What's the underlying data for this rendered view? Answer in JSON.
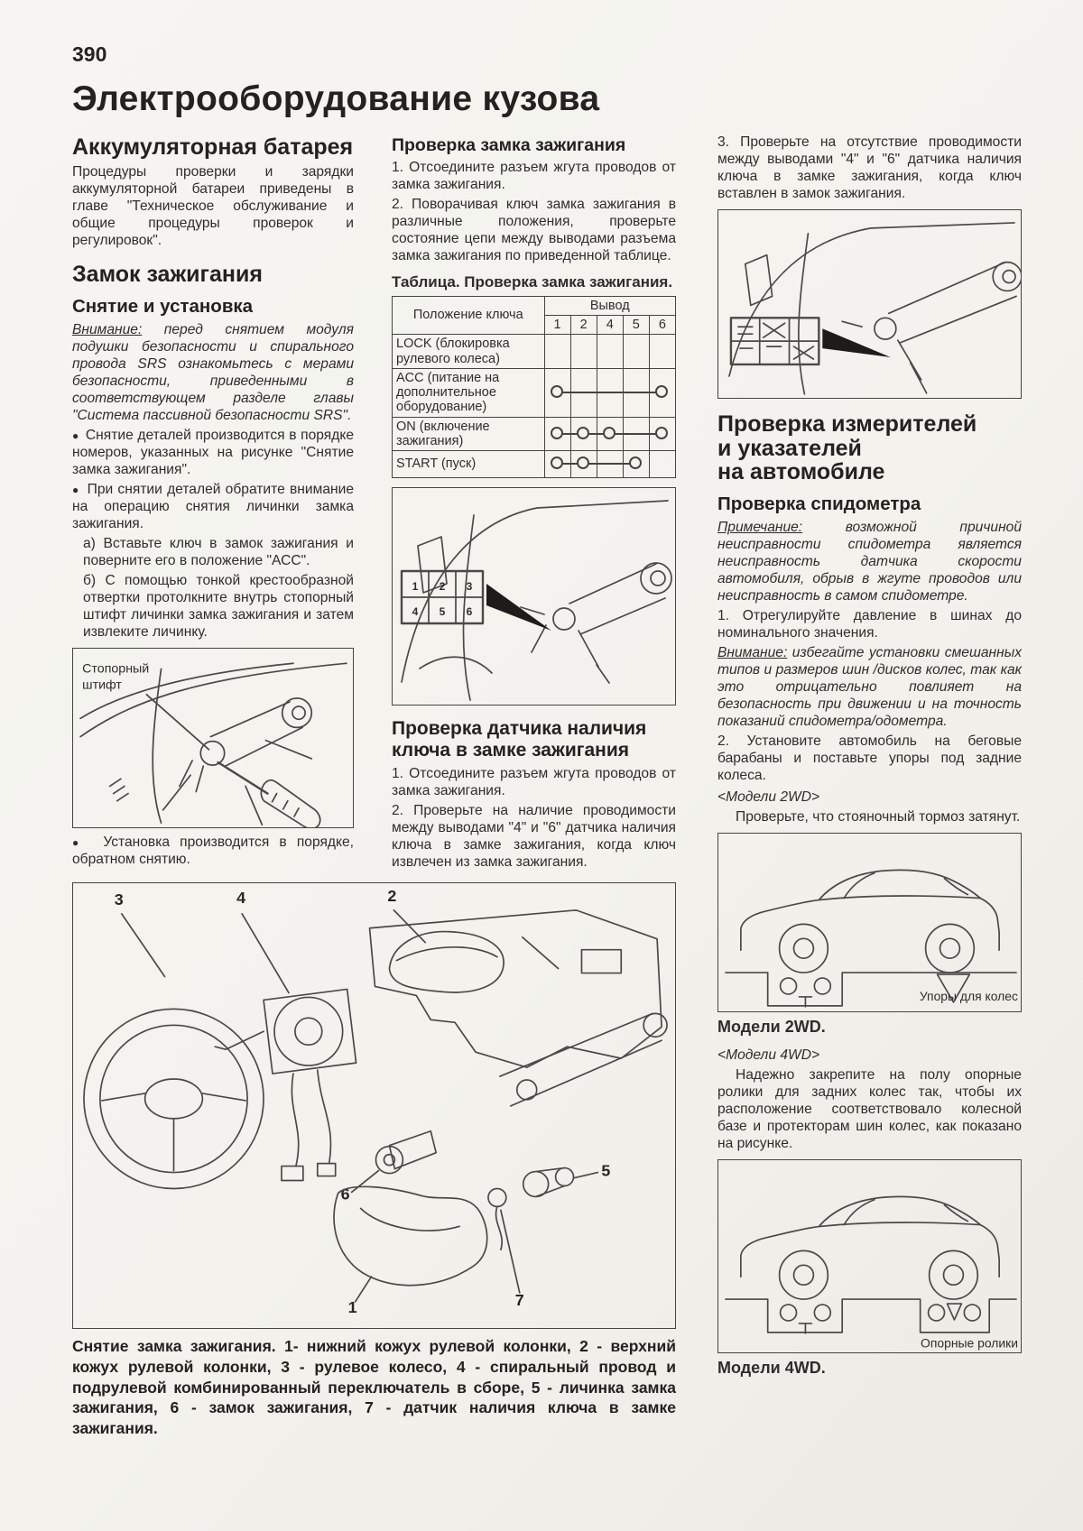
{
  "page": {
    "number": "390",
    "title": "Электрооборудование кузова"
  },
  "left": {
    "battery_heading": "Аккумуляторная батарея",
    "battery_body": "Процедуры проверки и зарядки аккумуляторной батареи приведены в главе \"Техническое обслуживание и общие процедуры проверок и регулировок\".",
    "ignition_heading": "Замок зажигания",
    "removal_heading": "Снятие и установка",
    "warning_label": "Внимание:",
    "warning_text": " перед снятием модуля подушки безопасности и спирального провода SRS ознакомьтесь с мерами безопасности, приведенными в соответствующем разделе главы \"Система пассивной безопасности SRS\".",
    "bullet1": "Снятие деталей производится в порядке номеров, указанных на рисунке \"Снятие замка зажигания\".",
    "bullet2": "При снятии деталей обратите внимание на операцию снятия личинки замка зажигания.",
    "step_a": "а) Вставьте ключ в замок зажигания и поверните его в положение \"АСС\".",
    "step_b": "б) С помощью тонкой крестообразной отвертки протолкните внутрь стопорный штифт личинки замка зажигания и затем извлеките личинку.",
    "fig_label_l1": "Стопорный",
    "fig_label_l2": "штифт",
    "bullet3": "Установка производится в порядке, обратном снятию."
  },
  "middle": {
    "check_heading": "Проверка замка зажигания",
    "check_step1": "1. Отсоедините разъем жгута проводов от замка зажигания.",
    "check_step2": "2. Поворачивая ключ замка зажигания в различные положения, проверьте состояние цепи между выводами разъема замка зажигания по приведенной таблице.",
    "table_caption": "Таблица. Проверка замка зажигания.",
    "table": {
      "row_header": "Положение ключа",
      "col_group_header": "Вывод",
      "terminals": [
        "1",
        "2",
        "4",
        "5",
        "6"
      ],
      "rows": [
        {
          "label": "LOCK (блокировка рулевого колеса)",
          "connected": []
        },
        {
          "label": "ACC (питание на дополнительное оборудование)",
          "connected": [
            "1",
            "6"
          ]
        },
        {
          "label": "ON (включение зажигания)",
          "connected": [
            "1",
            "2",
            "4",
            "6"
          ]
        },
        {
          "label": "START (пуск)",
          "connected": [
            "1",
            "2",
            "5"
          ]
        }
      ]
    },
    "fig_pins": [
      "1",
      "2",
      "3",
      "4",
      "5",
      "6"
    ],
    "sensor_heading": "Проверка датчика наличия ключа в замке зажигания",
    "sensor_step1": "1. Отсоедините разъем жгута проводов от замка зажигания.",
    "sensor_step2": "2. Проверьте на наличие проводимости между выводами \"4\" и \"6\" датчика наличия ключа в замке зажигания, когда ключ извлечен из замка зажигания."
  },
  "right": {
    "sensor_step3": "3. Проверьте на отсутствие проводимости между выводами \"4\" и \"6\" датчика наличия ключа в замке зажигания, когда ключ вставлен в замок зажигания.",
    "gauges_heading_l1": "Проверка измерителей",
    "gauges_heading_l2": "и указателей",
    "gauges_heading_l3": "на автомобиле",
    "speedo_heading": "Проверка спидометра",
    "note_label": "Примечание:",
    "note_text": " возможной причиной неисправности спидометра является неисправность датчика скорости автомобиля, обрыв в жгуте проводов или неисправность в самом спидометре.",
    "step1": "1. Отрегулируйте давление в шинах до номинального значения.",
    "warning_label": "Внимание:",
    "warning_text": " избегайте установки смешанных типов и размеров шин /дисков колес, так как это отрицательно повлияет на безопасность при движении и на точность показаний спидометра/одометра.",
    "step2": "2. Установите автомобиль на беговые барабаны и поставьте упоры под задние колеса.",
    "models2wd_tag": "<Модели 2WD>",
    "models2wd_text": "Проверьте, что стояночный тормоз затянут.",
    "fig2wd_label": "Упоры для колес",
    "fig2wd_caption": "Модели 2WD.",
    "models4wd_tag": "<Модели 4WD>",
    "models4wd_text": "Надежно закрепите на полу опорные ролики для задних колес так, чтобы их расположение соответствовало колесной базе и протекторам шин колес, как показано на рисунке.",
    "fig4wd_label": "Опорные ролики",
    "fig4wd_caption": "Модели 4WD."
  },
  "bottom": {
    "callouts": [
      "1",
      "2",
      "3",
      "4",
      "5",
      "6",
      "7"
    ],
    "caption": "Снятие замка зажигания. 1- нижний кожух рулевой колонки, 2 - верхний кожух рулевой колонки, 3 - рулевое колесо, 4 - спиральный провод и подрулевой комбинированный переключатель в сборе, 5 - личинка замка зажигания, 6 - замок зажигания, 7 - датчик наличия ключа в замке зажигания."
  }
}
